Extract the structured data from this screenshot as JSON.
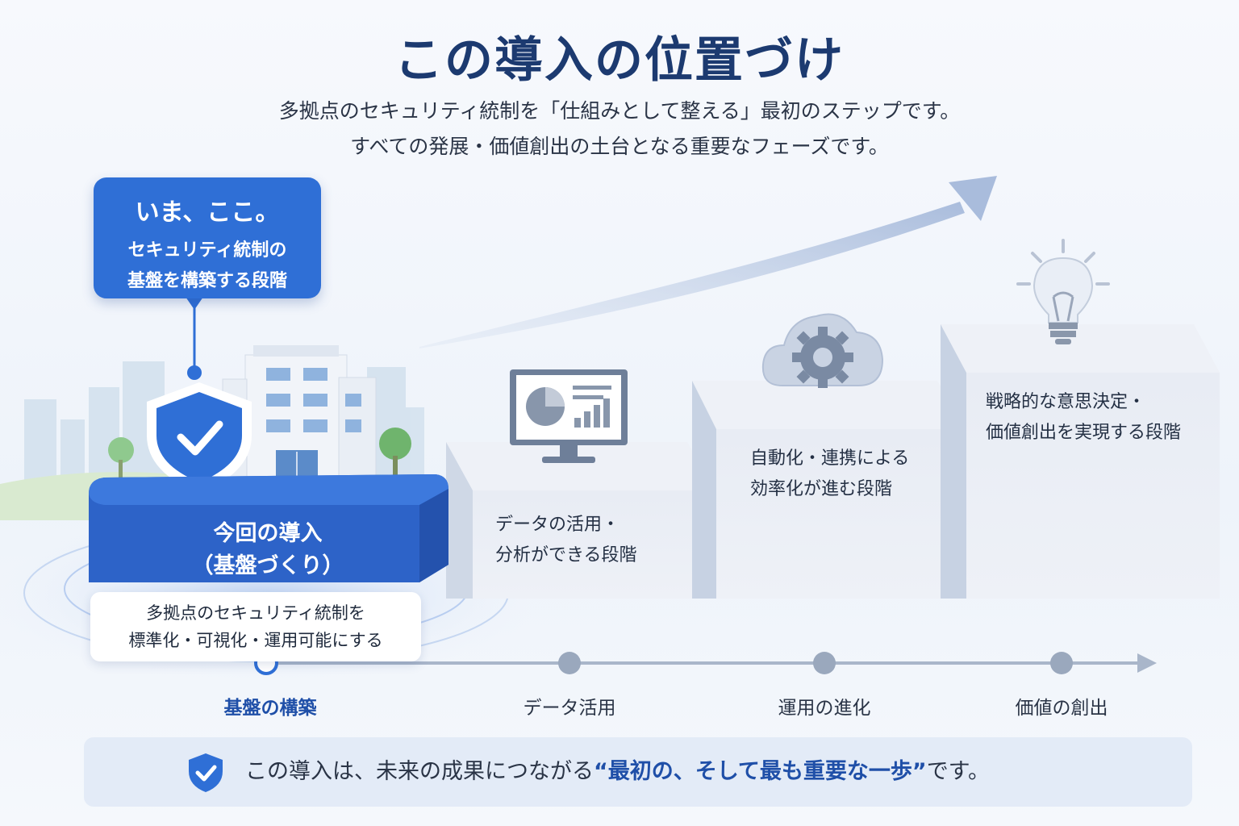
{
  "header": {
    "title": "この導入の位置づけ",
    "subtitle_line1": "多拠点のセキュリティ統制を「仕組みとして整える」最初のステップです。",
    "subtitle_line2": "すべての発展・価値創出の土台となる重要なフェーズです。"
  },
  "callout": {
    "heading": "いま、ここ。",
    "line1": "セキュリティ統制の",
    "line2": "基盤を構築する段階"
  },
  "steps": [
    {
      "line1": "今回の導入",
      "line2": "（基盤づくり）",
      "desc_line1": "多拠点のセキュリティ統制を",
      "desc_line2": "標準化・可視化・運用可能にする",
      "icon": "shield-check-icon"
    },
    {
      "line1": "データの活用・",
      "line2": "分析ができる段階",
      "icon": "monitor-chart-icon"
    },
    {
      "line1": "自動化・連携による",
      "line2": "効率化が進む段階",
      "icon": "cloud-gear-icon"
    },
    {
      "line1": "戦略的な意思決定・",
      "line2": "価値創出を実現する段階",
      "icon": "lightbulb-icon"
    }
  ],
  "timeline": [
    "基盤の構築",
    "データ活用",
    "運用の進化",
    "価値の創出"
  ],
  "banner": {
    "prefix": "この導入は、未来の成果につながる",
    "emphasis": "“最初の、そして最も重要な一歩”",
    "suffix": "です。",
    "icon": "shield-check-icon"
  },
  "colors": {
    "primary": "#2f6fd6",
    "title": "#1c3a70",
    "step_gray": "#e4e9f2",
    "banner_bg": "#e3ebf7"
  }
}
